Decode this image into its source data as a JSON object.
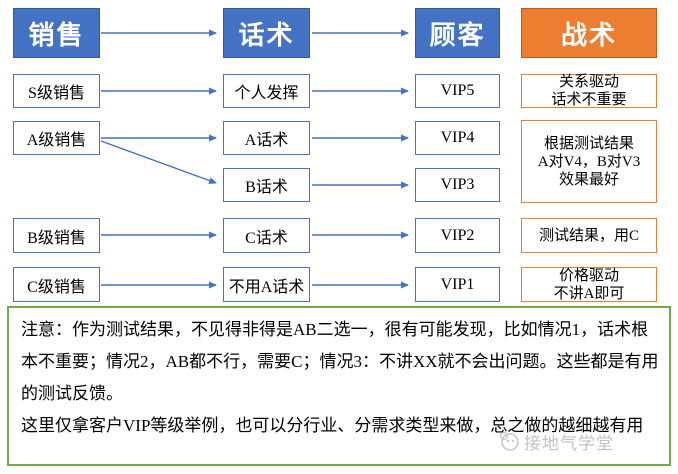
{
  "colors": {
    "header_blue": "#4472C4",
    "header_blue_border": "#2E5B9F",
    "header_orange": "#ED7D31",
    "header_orange_border": "#C55A11",
    "cell_border_blue": "#4472C4",
    "tactic_border_orange": "#ED7D31",
    "note_border_green": "#70AD47",
    "arrow_blue": "#4472C4",
    "watermark_gray": "#C3C3C3"
  },
  "headers": [
    {
      "label": "销售"
    },
    {
      "label": "话术"
    },
    {
      "label": "顾客"
    },
    {
      "label": "战术"
    }
  ],
  "rows": {
    "s": {
      "sales": "S级销售",
      "script": "个人发挥",
      "vip": "VIP5",
      "tactic": "关系驱动\n话术不重要"
    },
    "a": {
      "sales": "A级销售",
      "script1": "A话术",
      "script2": "B话术",
      "vip1": "VIP4",
      "vip2": "VIP3",
      "tactic": "根据测试结果\nA对V4，B对V3\n效果最好"
    },
    "b": {
      "sales": "B级销售",
      "script": "C话术",
      "vip": "VIP2",
      "tactic": "测试结果，用C"
    },
    "c": {
      "sales": "C级销售",
      "script": "不用A话术",
      "vip": "VIP1",
      "tactic": "价格驱动\n不讲A即可"
    }
  },
  "note": {
    "p1": "注意：作为测试结果，不见得非得是AB二选一，很有可能发现，比如情况1，话术根本不重要；情况2，AB都不行，需要C；情况3：不讲XX就不会出问题。这些都是有用的测试反馈。",
    "p2": "这里仅拿客户VIP等级举例，也可以分行业、分需求类型来做，总之做的越细越有用"
  },
  "watermark": {
    "text": "接地气学堂"
  }
}
